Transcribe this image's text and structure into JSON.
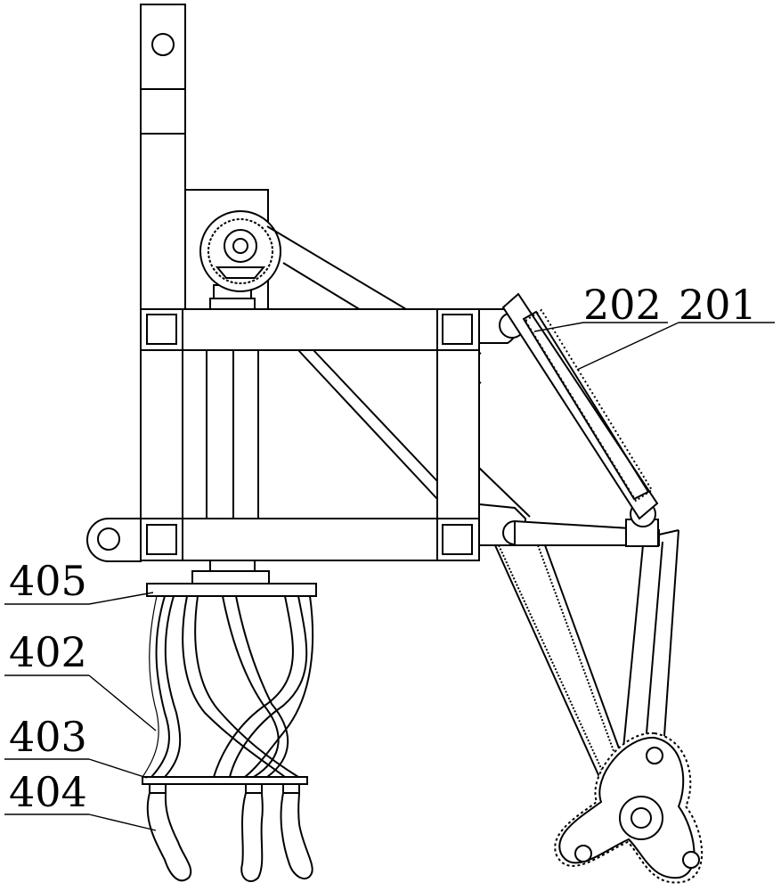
{
  "labels": {
    "l202": "202",
    "l201": "201",
    "l405": "405",
    "l402": "402",
    "l403": "403",
    "l404": "404"
  }
}
